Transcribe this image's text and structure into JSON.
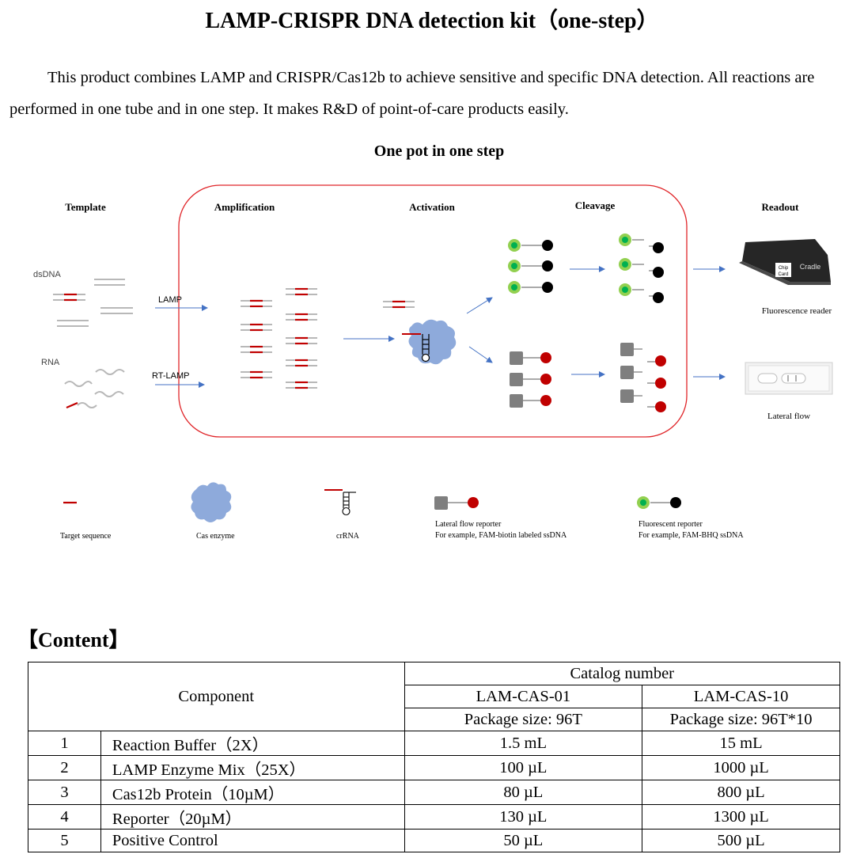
{
  "title": "LAMP-CRISPR DNA detection kit（one-step）",
  "intro": "This product combines LAMP and CRISPR/Cas12b to achieve sensitive and specific DNA detection. All reactions are performed in one tube and in one step. It makes R&D of point-of-care products easily.",
  "subtitle": "One pot in one step",
  "diagram": {
    "stages": {
      "template": "Template",
      "amplification": "Amplification",
      "activation": "Activation",
      "cleavage": "Cleavage",
      "readout": "Readout"
    },
    "labels": {
      "dsdna": "dsDNA",
      "rna": "RNA",
      "lamp": "LAMP",
      "rt_lamp": "RT-LAMP",
      "chip": "Chip",
      "card": "Card",
      "cradle": "Cradle",
      "fluorescence_reader": "Fluorescence reader",
      "lateral_flow": "Lateral flow"
    },
    "legend": {
      "target": "Target  sequence",
      "cas": "Cas enzyme",
      "crrna": "crRNA",
      "lf_reporter": "Lateral flow reporter",
      "lf_example": "For example, FAM-biotin labeled ssDNA",
      "fl_reporter": "Fluorescent reporter",
      "fl_example": "For example, FAM-BHQ ssDNA"
    },
    "colors": {
      "frame": "#e0262a",
      "target": "#c00000",
      "strand": "#b8b8b8",
      "arrow": "#4472c4",
      "cas": "#8eaadb",
      "green_ring": "#92d050",
      "green_core": "#00b050",
      "gray_box": "#7f7f7f",
      "red_dot": "#c00000"
    }
  },
  "content_title": "【Content】",
  "table": {
    "component_header": "Component",
    "catalog_header": "Catalog number",
    "catalogs": [
      "LAM-CAS-01",
      "LAM-CAS-10"
    ],
    "packages": [
      "Package size: 96T",
      "Package size: 96T*10"
    ],
    "rows": [
      {
        "no": "1",
        "name": "Reaction Buffer（2X）",
        "v1": "1.5 mL",
        "v2": "15 mL"
      },
      {
        "no": "2",
        "name": "LAMP Enzyme Mix（25X）",
        "v1": "100 µL",
        "v2": "1000 µL"
      },
      {
        "no": "3",
        "name": "Cas12b Protein（10µM）",
        "v1": "80 µL",
        "v2": "800 µL"
      },
      {
        "no": "4",
        "name": "Reporter（20µM）",
        "v1": "130 µL",
        "v2": "1300 µL"
      },
      {
        "no": "5",
        "name": "Positive Control",
        "v1": "50 µL",
        "v2": "500 µL"
      }
    ]
  }
}
